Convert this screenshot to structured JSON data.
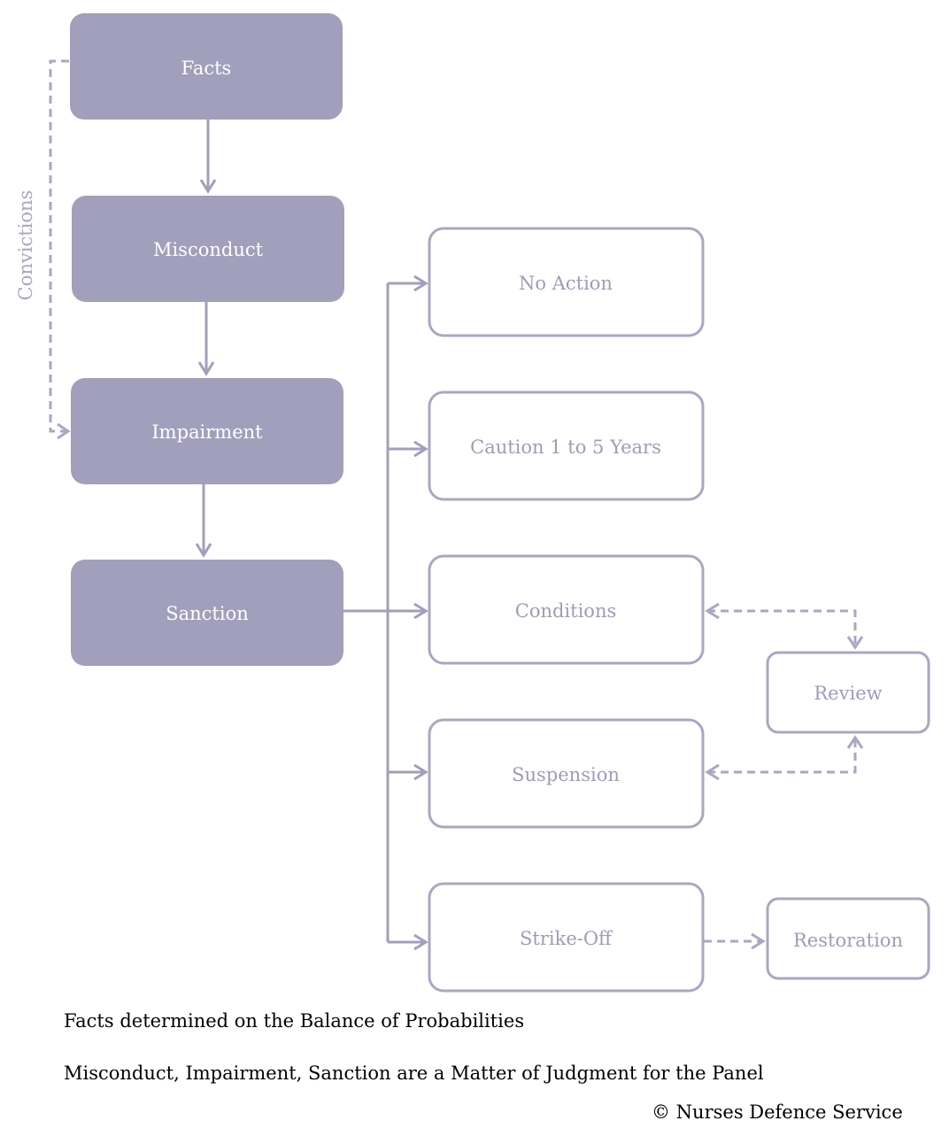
{
  "colors": {
    "filled_box": "#a19fbb",
    "outline": "#a9a7c2",
    "outline_text": "#9e9cb8",
    "arrow": "#a19fbb"
  },
  "process": {
    "facts": "Facts",
    "misconduct": "Misconduct",
    "impairment": "Impairment",
    "sanction": "Sanction"
  },
  "side_label": "Convictions",
  "outcomes": {
    "no_action": "No Action",
    "caution": "Caution 1 to 5 Years",
    "conditions": "Conditions",
    "suspension": "Suspension",
    "strike_off": "Strike-Off"
  },
  "followups": {
    "review": "Review",
    "restoration": "Restoration"
  },
  "notes": {
    "line1": "Facts determined on the Balance of Probabilities",
    "line2": "Misconduct, Impairment, Sanction are a Matter of Judgment for the Panel",
    "copyright": "© Nurses Defence Service"
  }
}
